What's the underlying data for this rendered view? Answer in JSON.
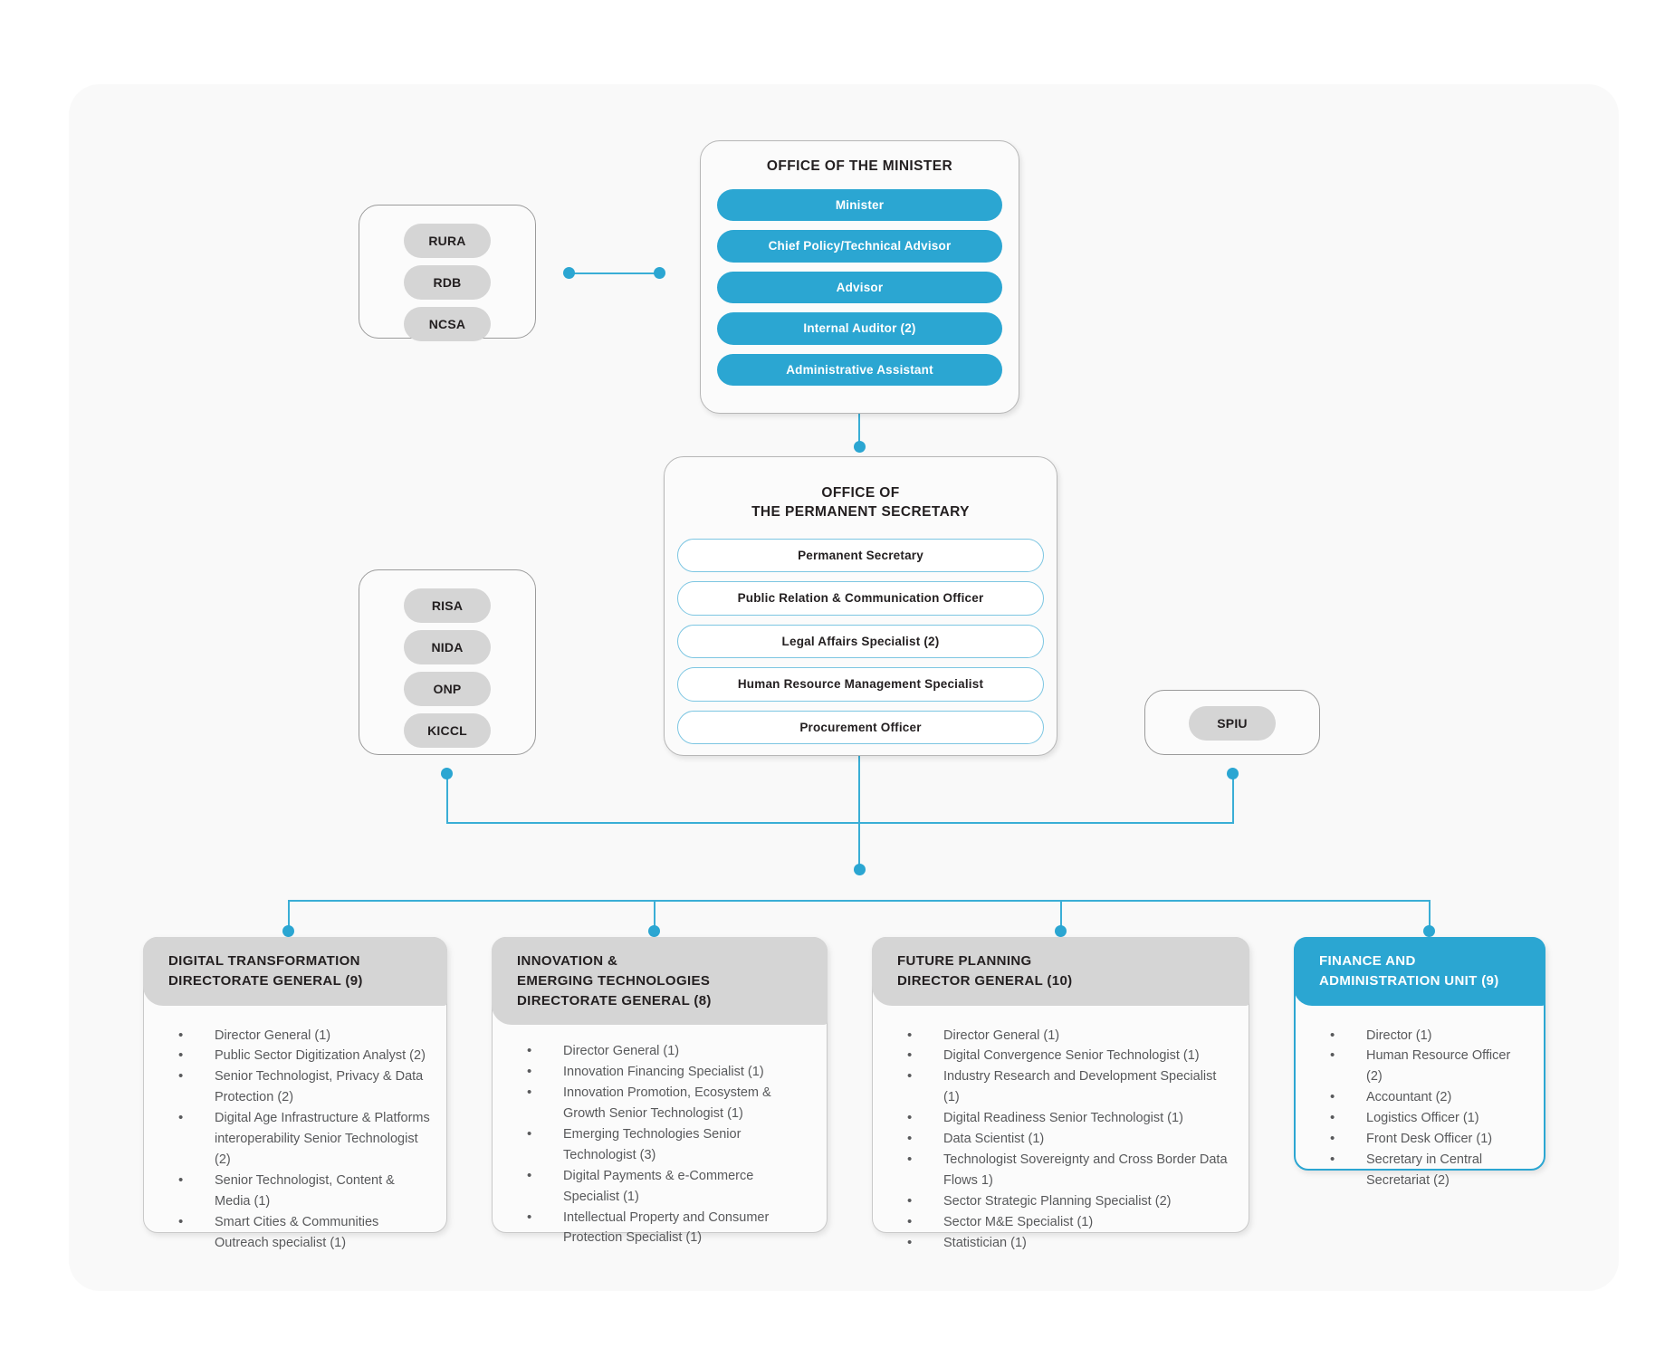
{
  "chart_meta": {
    "type": "org-chart",
    "title": "Ministry Organizational Structure"
  },
  "minister_office": {
    "title": "OFFICE OF THE MINISTER",
    "roles": [
      "Minister",
      "Chief Policy/Technical Advisor",
      "Advisor",
      "Internal Auditor (2)",
      "Administrative Assistant"
    ]
  },
  "permanent_secretary_office": {
    "title_line1": "OFFICE OF",
    "title_line2": "THE PERMANENT SECRETARY",
    "roles": [
      "Permanent Secretary",
      "Public Relation & Communication Officer",
      "Legal Affairs Specialist (2)",
      "Human Resource Management Specialist",
      "Procurement Officer"
    ]
  },
  "agencies_top": {
    "items": [
      "RURA",
      "RDB",
      "NCSA"
    ]
  },
  "agencies_middle": {
    "items": [
      "RISA",
      "NIDA",
      "ONP",
      "KICCL"
    ]
  },
  "spiu": {
    "items": [
      "SPIU"
    ]
  },
  "departments": [
    {
      "header_lines": [
        "DIGITAL TRANSFORMATION",
        "DIRECTORATE GENERAL (9)"
      ],
      "accent": false,
      "items": [
        "Director General (1)",
        "Public Sector Digitization Analyst (2)",
        "Senior Technologist, Privacy & Data Protection (2)",
        "Digital Age Infrastructure & Platforms interoperability Senior Technologist (2)",
        "Senior Technologist, Content & Media (1)",
        "Smart Cities & Communities Outreach specialist (1)"
      ]
    },
    {
      "header_lines": [
        "INNOVATION &",
        "EMERGING TECHNOLOGIES",
        "DIRECTORATE GENERAL (8)"
      ],
      "accent": false,
      "items": [
        "Director General (1)",
        "Innovation Financing Specialist (1)",
        "Innovation Promotion, Ecosystem & Growth Senior Technologist (1)",
        "Emerging Technologies Senior Technologist (3)",
        "Digital Payments & e-Commerce Specialist (1)",
        "Intellectual Property and Consumer Protection Specialist (1)"
      ]
    },
    {
      "header_lines": [
        "FUTURE PLANNING",
        "DIRECTOR GENERAL (10)"
      ],
      "accent": false,
      "items": [
        "Director General (1)",
        "Digital Convergence Senior Technologist (1)",
        "Industry Research and Development Specialist (1)",
        "Digital Readiness Senior Technologist (1)",
        "Data Scientist (1)",
        "Technologist Sovereignty and Cross Border Data Flows 1)",
        "Sector Strategic Planning Specialist (2)",
        "Sector M&E Specialist (1)",
        "Statistician (1)"
      ]
    },
    {
      "header_lines": [
        "FINANCE AND",
        "ADMINISTRATION UNIT (9)"
      ],
      "accent": true,
      "items": [
        "Director (1)",
        "Human Resource Officer (2)",
        "Accountant (2)",
        "Logistics Officer (1)",
        "Front Desk Officer (1)",
        "Secretary in Central Secretariat (2)"
      ]
    }
  ],
  "colors": {
    "accent_blue": "#2ba6d2",
    "connector_blue": "#3aaed6",
    "grey_pill": "#d5d5d5",
    "card_bg": "#f9f9f9",
    "body_text": "#58595b"
  }
}
